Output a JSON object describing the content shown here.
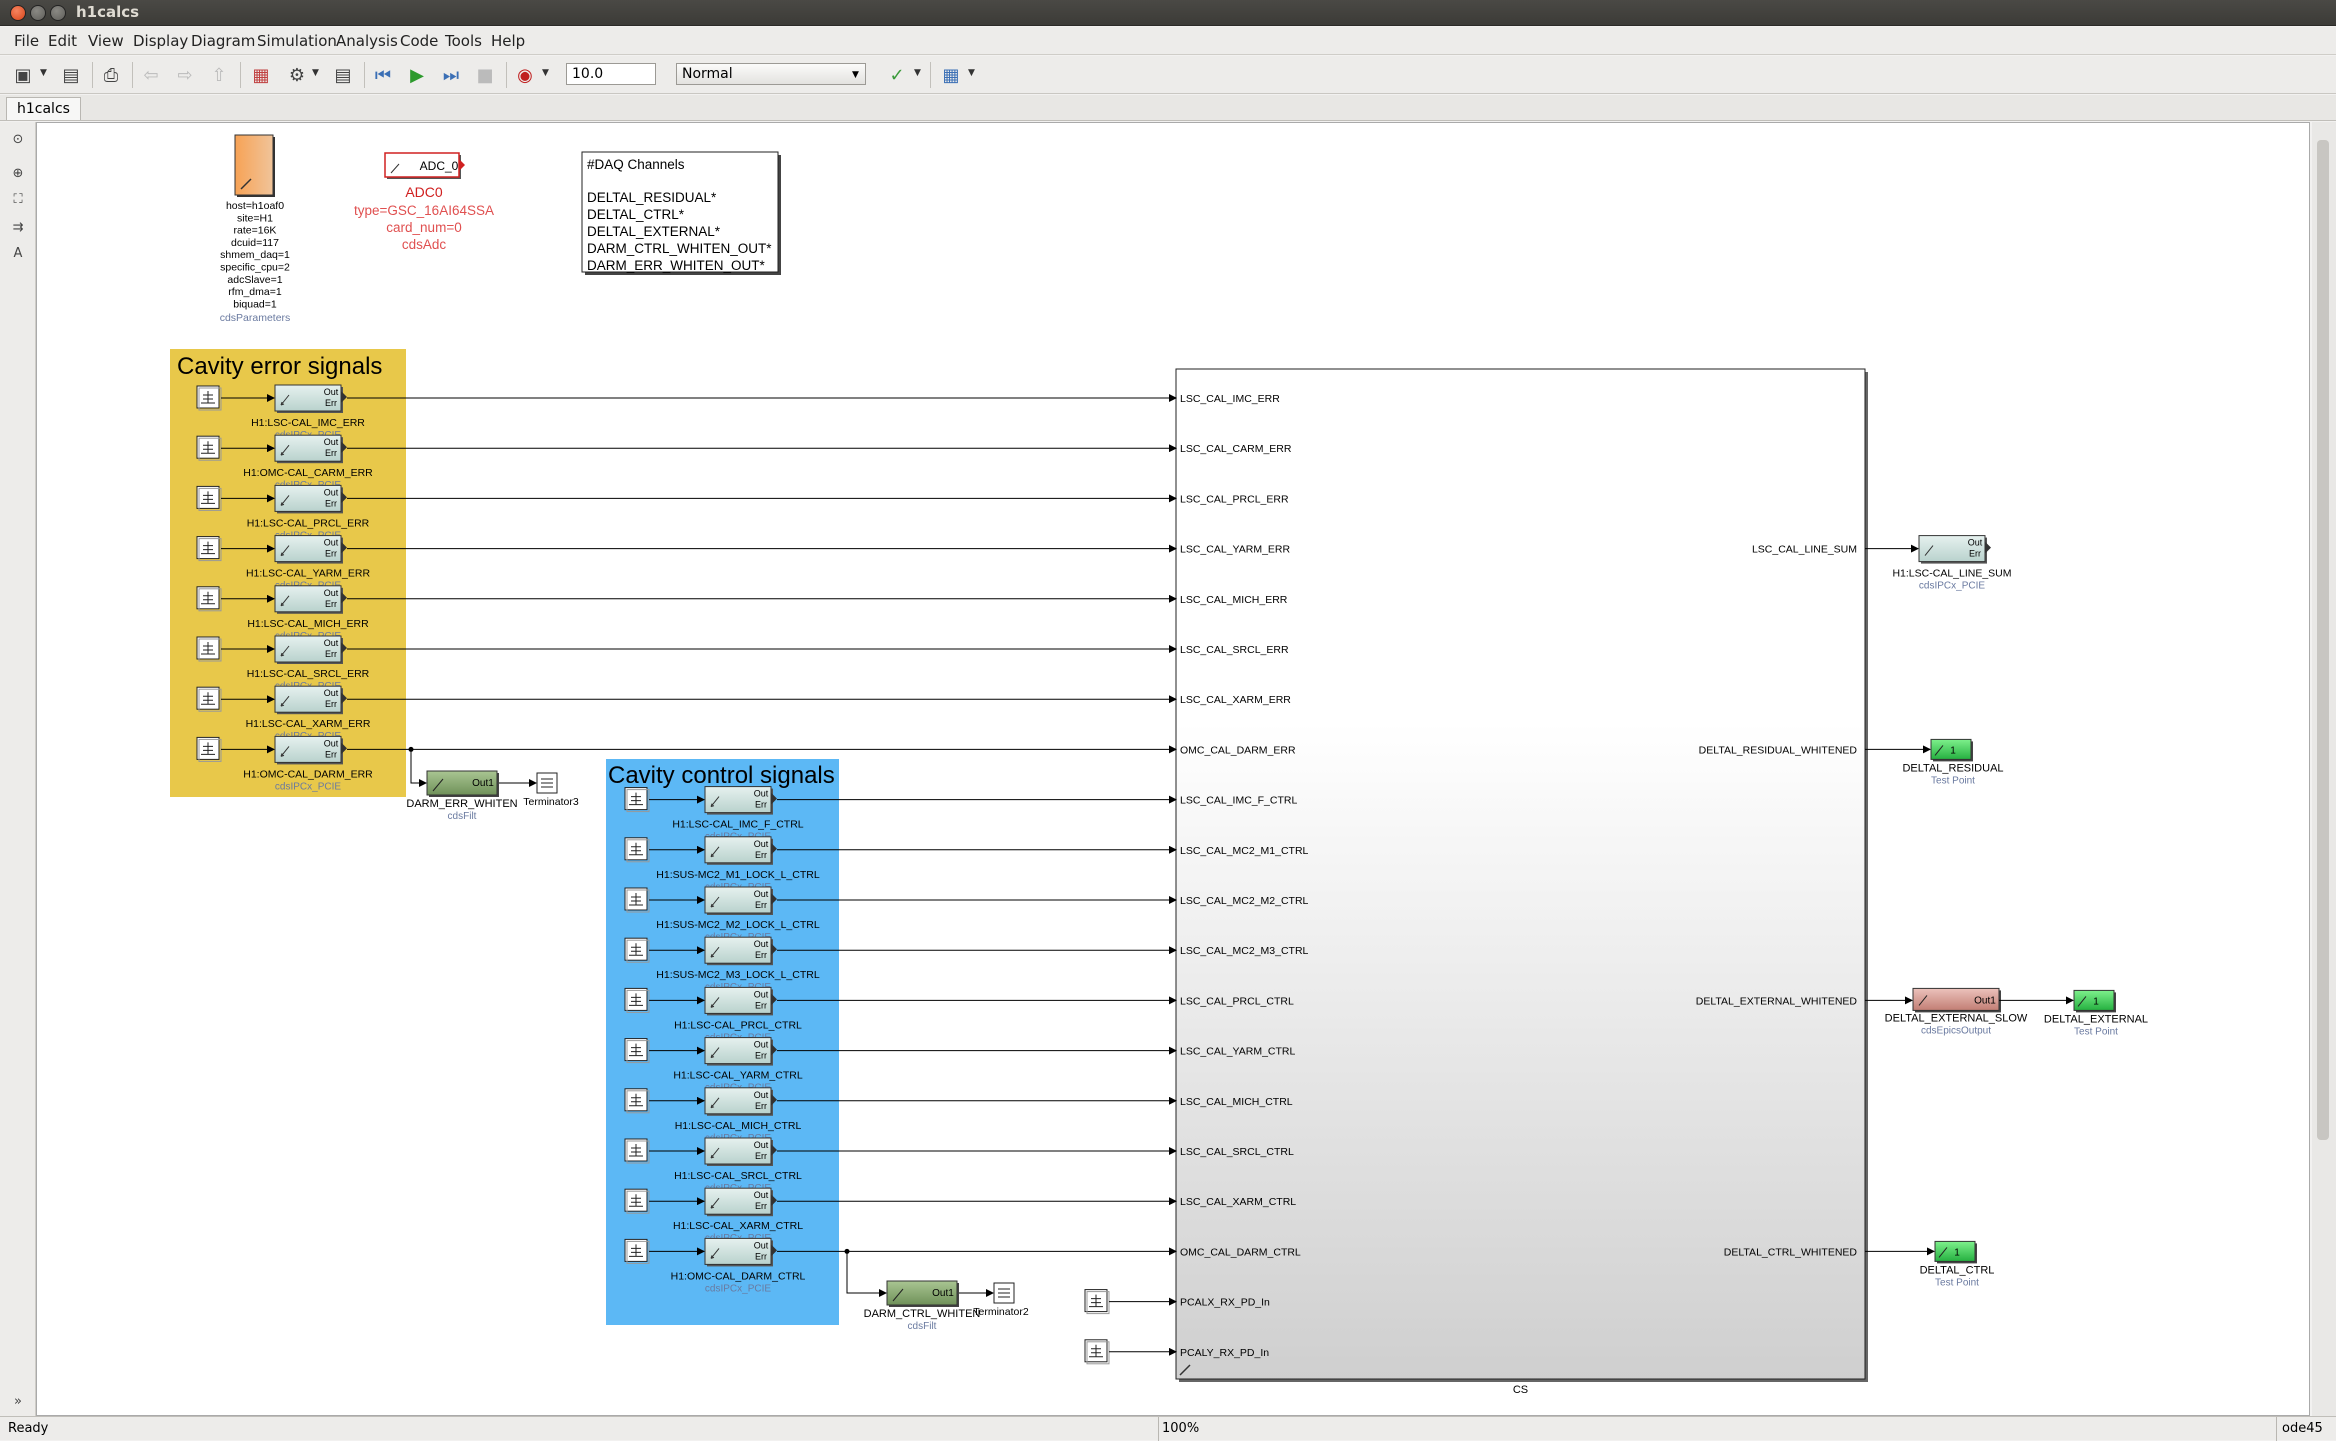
{
  "window": {
    "title": "h1calcs"
  },
  "menu": [
    "File",
    "Edit",
    "View",
    "Display",
    "Diagram",
    "Simulation",
    "Analysis",
    "Code",
    "Tools",
    "Help"
  ],
  "toolbar": {
    "stop_time": "10.0",
    "sim_mode": "Normal"
  },
  "tab": {
    "label": "h1calcs"
  },
  "params": {
    "lines": [
      "host=h1oaf0",
      "site=H1",
      "rate=16K",
      "dcuid=117",
      "shmem_daq=1",
      "specific_cpu=2",
      "adcSlave=1",
      "rfm_dma=1",
      "biquad=1"
    ],
    "type": "cdsParameters"
  },
  "adc": {
    "port": "ADC_0",
    "name": "ADC0",
    "lines": [
      "type=GSC_16AI64SSA",
      "card_num=0",
      "cdsAdc"
    ]
  },
  "daq": {
    "title": "#DAQ Channels",
    "lines": [
      "DELTAL_RESIDUAL*",
      "DELTAL_CTRL*",
      "DELTAL_EXTERNAL*",
      "DARM_CTRL_WHITEN_OUT*",
      "DARM_ERR_WHITEN_OUT*"
    ]
  },
  "ipc": {
    "out": "Out",
    "err": "Err",
    "type": "cdsIPCx_PCIE"
  },
  "error_group": {
    "title": "Cavity error signals",
    "blocks": [
      "H1:LSC-CAL_IMC_ERR",
      "H1:OMC-CAL_CARM_ERR",
      "H1:LSC-CAL_PRCL_ERR",
      "H1:LSC-CAL_YARM_ERR",
      "H1:LSC-CAL_MICH_ERR",
      "H1:LSC-CAL_SRCL_ERR",
      "H1:LSC-CAL_XARM_ERR",
      "H1:OMC-CAL_DARM_ERR"
    ]
  },
  "control_group": {
    "title": "Cavity control signals",
    "blocks": [
      "H1:LSC-CAL_IMC_F_CTRL",
      "H1:SUS-MC2_M1_LOCK_L_CTRL",
      "H1:SUS-MC2_M2_LOCK_L_CTRL",
      "H1:SUS-MC2_M3_LOCK_L_CTRL",
      "H1:LSC-CAL_PRCL_CTRL",
      "H1:LSC-CAL_YARM_CTRL",
      "H1:LSC-CAL_MICH_CTRL",
      "H1:LSC-CAL_SRCL_CTRL",
      "H1:LSC-CAL_XARM_CTRL",
      "H1:OMC-CAL_DARM_CTRL"
    ]
  },
  "filters": {
    "err": {
      "name": "DARM_ERR_WHITEN",
      "out": "Out1",
      "type": "cdsFilt",
      "term": "Terminator3"
    },
    "ctrl": {
      "name": "DARM_CTRL_WHITEN",
      "out": "Out1",
      "type": "cdsFilt",
      "term": "Terminator2"
    }
  },
  "cs": {
    "name": "CS",
    "inputs": [
      "LSC_CAL_IMC_ERR",
      "LSC_CAL_CARM_ERR",
      "LSC_CAL_PRCL_ERR",
      "LSC_CAL_YARM_ERR",
      "LSC_CAL_MICH_ERR",
      "LSC_CAL_SRCL_ERR",
      "LSC_CAL_XARM_ERR",
      "OMC_CAL_DARM_ERR",
      "LSC_CAL_IMC_F_CTRL",
      "LSC_CAL_MC2_M1_CTRL",
      "LSC_CAL_MC2_M2_CTRL",
      "LSC_CAL_MC2_M3_CTRL",
      "LSC_CAL_PRCL_CTRL",
      "LSC_CAL_YARM_CTRL",
      "LSC_CAL_MICH_CTRL",
      "LSC_CAL_SRCL_CTRL",
      "LSC_CAL_XARM_CTRL",
      "OMC_CAL_DARM_CTRL",
      "PCALX_RX_PD_In",
      "PCALY_RX_PD_In"
    ],
    "outputs": [
      "LSC_CAL_LINE_SUM",
      "DELTAL_RESIDUAL_WHITENED",
      "DELTAL_EXTERNAL_WHITENED",
      "DELTAL_CTRL_WHITENED"
    ]
  },
  "outputs": {
    "line_sum": {
      "name": "H1:LSC-CAL_LINE_SUM",
      "out": "Out",
      "err": "Err",
      "type": "cdsIPCx_PCIE"
    },
    "residual": {
      "name": "DELTAL_RESIDUAL",
      "port": "1",
      "type": "Test Point"
    },
    "external_slow": {
      "name": "DELTAL_EXTERNAL_SLOW",
      "out": "Out1",
      "type": "cdsEpicsOutput"
    },
    "external": {
      "name": "DELTAL_EXTERNAL",
      "port": "1",
      "type": "Test Point"
    },
    "ctrl": {
      "name": "DELTAL_CTRL",
      "port": "1",
      "type": "Test Point"
    }
  },
  "status": {
    "left": "Ready",
    "zoom": "100%",
    "solver": "ode45"
  },
  "colors": {
    "error_group": "#e8c84a",
    "control_group": "#5cb8f5",
    "ipc": "#cfe2df",
    "filter": "#8fb07a",
    "testpoint": "#3dd05a",
    "epics": "#d99e96"
  }
}
